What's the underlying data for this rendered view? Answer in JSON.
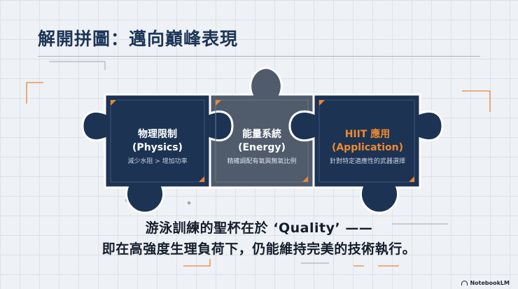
{
  "title": "解開拼圖：邁向巔峰表現",
  "pieces": [
    {
      "title": "物理限制",
      "subtitle": "(Physics)",
      "desc": "減少水阻 > 增加功率",
      "title_color": "#ffffff",
      "fill": "#1d3354"
    },
    {
      "title": "能量系統",
      "subtitle": "(Energy)",
      "desc": "精確調配有氧與無氧比例",
      "title_color": "#ffffff",
      "fill": "#505c6c"
    },
    {
      "title": "HIIT 應用",
      "subtitle": "(Application)",
      "desc": "針對特定適應性的武器選擇",
      "title_color": "#f08a2c",
      "fill": "#1d3354"
    }
  ],
  "caption": {
    "line1": "游泳訓練的聖杯在於 ‘Quality’ ——",
    "line2": "即在高強度生理負荷下，仍能維持完美的技術執行。"
  },
  "brand": "NotebookLM",
  "colors": {
    "accent": "#e8873a",
    "navy": "#1d3354",
    "slate": "#505c6c",
    "background": "#eef1f5"
  }
}
